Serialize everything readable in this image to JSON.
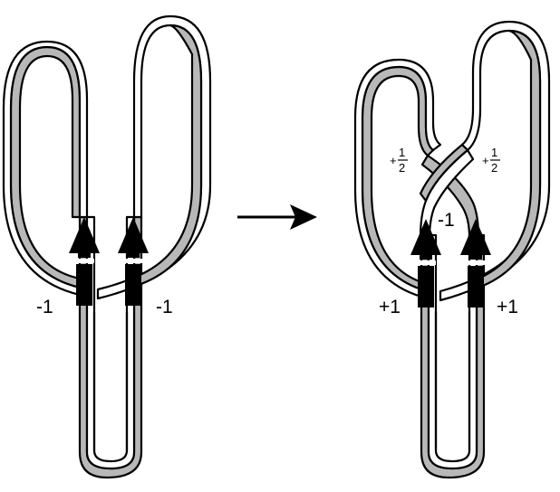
{
  "left_panel": {
    "label_left": "-1",
    "label_right": "-1"
  },
  "right_panel": {
    "label_left": "+1",
    "label_right": "+1",
    "label_cross": "-1",
    "half_twist_left": {
      "sign": "+",
      "numerator": "1",
      "denominator": "2"
    },
    "half_twist_right": {
      "sign": "+",
      "numerator": "1",
      "denominator": "2"
    }
  },
  "icons": {
    "transition_arrow": "right-arrow-icon",
    "strand_arrow": "up-arrow-icon"
  },
  "colors": {
    "ribbon_back": "#b8b8b8",
    "ribbon_front": "#ffffff",
    "ink": "#000000"
  }
}
